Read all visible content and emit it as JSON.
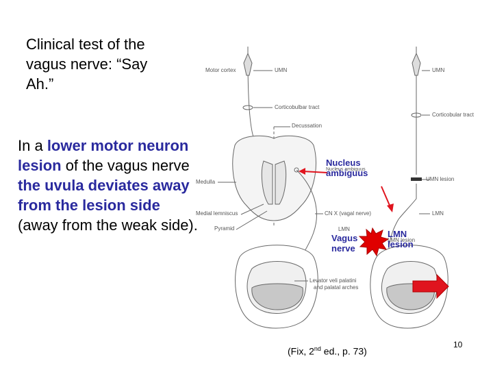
{
  "title_lines": [
    "Clinical test of the",
    "vagus nerve: “Say",
    "Ah.”"
  ],
  "body": {
    "p1": "In a ",
    "h1": "lower motor neuron lesion",
    "p2": " of the vagus nerve ",
    "h2": "the uvula deviates away from the lesion side",
    "p3": " (away from the weak side)."
  },
  "left_labels": {
    "motor_cortex": "Motor cortex",
    "umn": "UMN",
    "corticobulbar": "Corticobulbar tract",
    "decussation": "Decussation",
    "nucleus_ambiguus": "Nucleus ambiguus",
    "medulla": "Medulla",
    "medial_lemniscus": "Medial lemniscus",
    "pyramid": "Pyramid",
    "cn_x": "CN X (vagal nerve)",
    "lmn": "LMN",
    "levator_1": "Levator veli palatini",
    "levator_2": "and palatal arches"
  },
  "right_labels": {
    "umn": "UMN",
    "corticobular": "Corticobular tract",
    "umn_lesion": "UMN lesion",
    "lmn": "LMN",
    "lmn_lesion": "LMN lesion"
  },
  "callouts": {
    "nucleus": [
      "Nucleus",
      "ambiguus"
    ],
    "vagus": [
      "Vagus",
      "nerve"
    ],
    "lmn_lesion": [
      "LMN",
      "lesion"
    ]
  },
  "citation": {
    "pre": "(Fix, 2",
    "sup": "nd",
    "post": " ed., p. 73)"
  },
  "slide_number": "10",
  "colors": {
    "highlight": "#2a2a9e",
    "arrow_red": "#e0141e",
    "burst_red": "#e00000"
  }
}
